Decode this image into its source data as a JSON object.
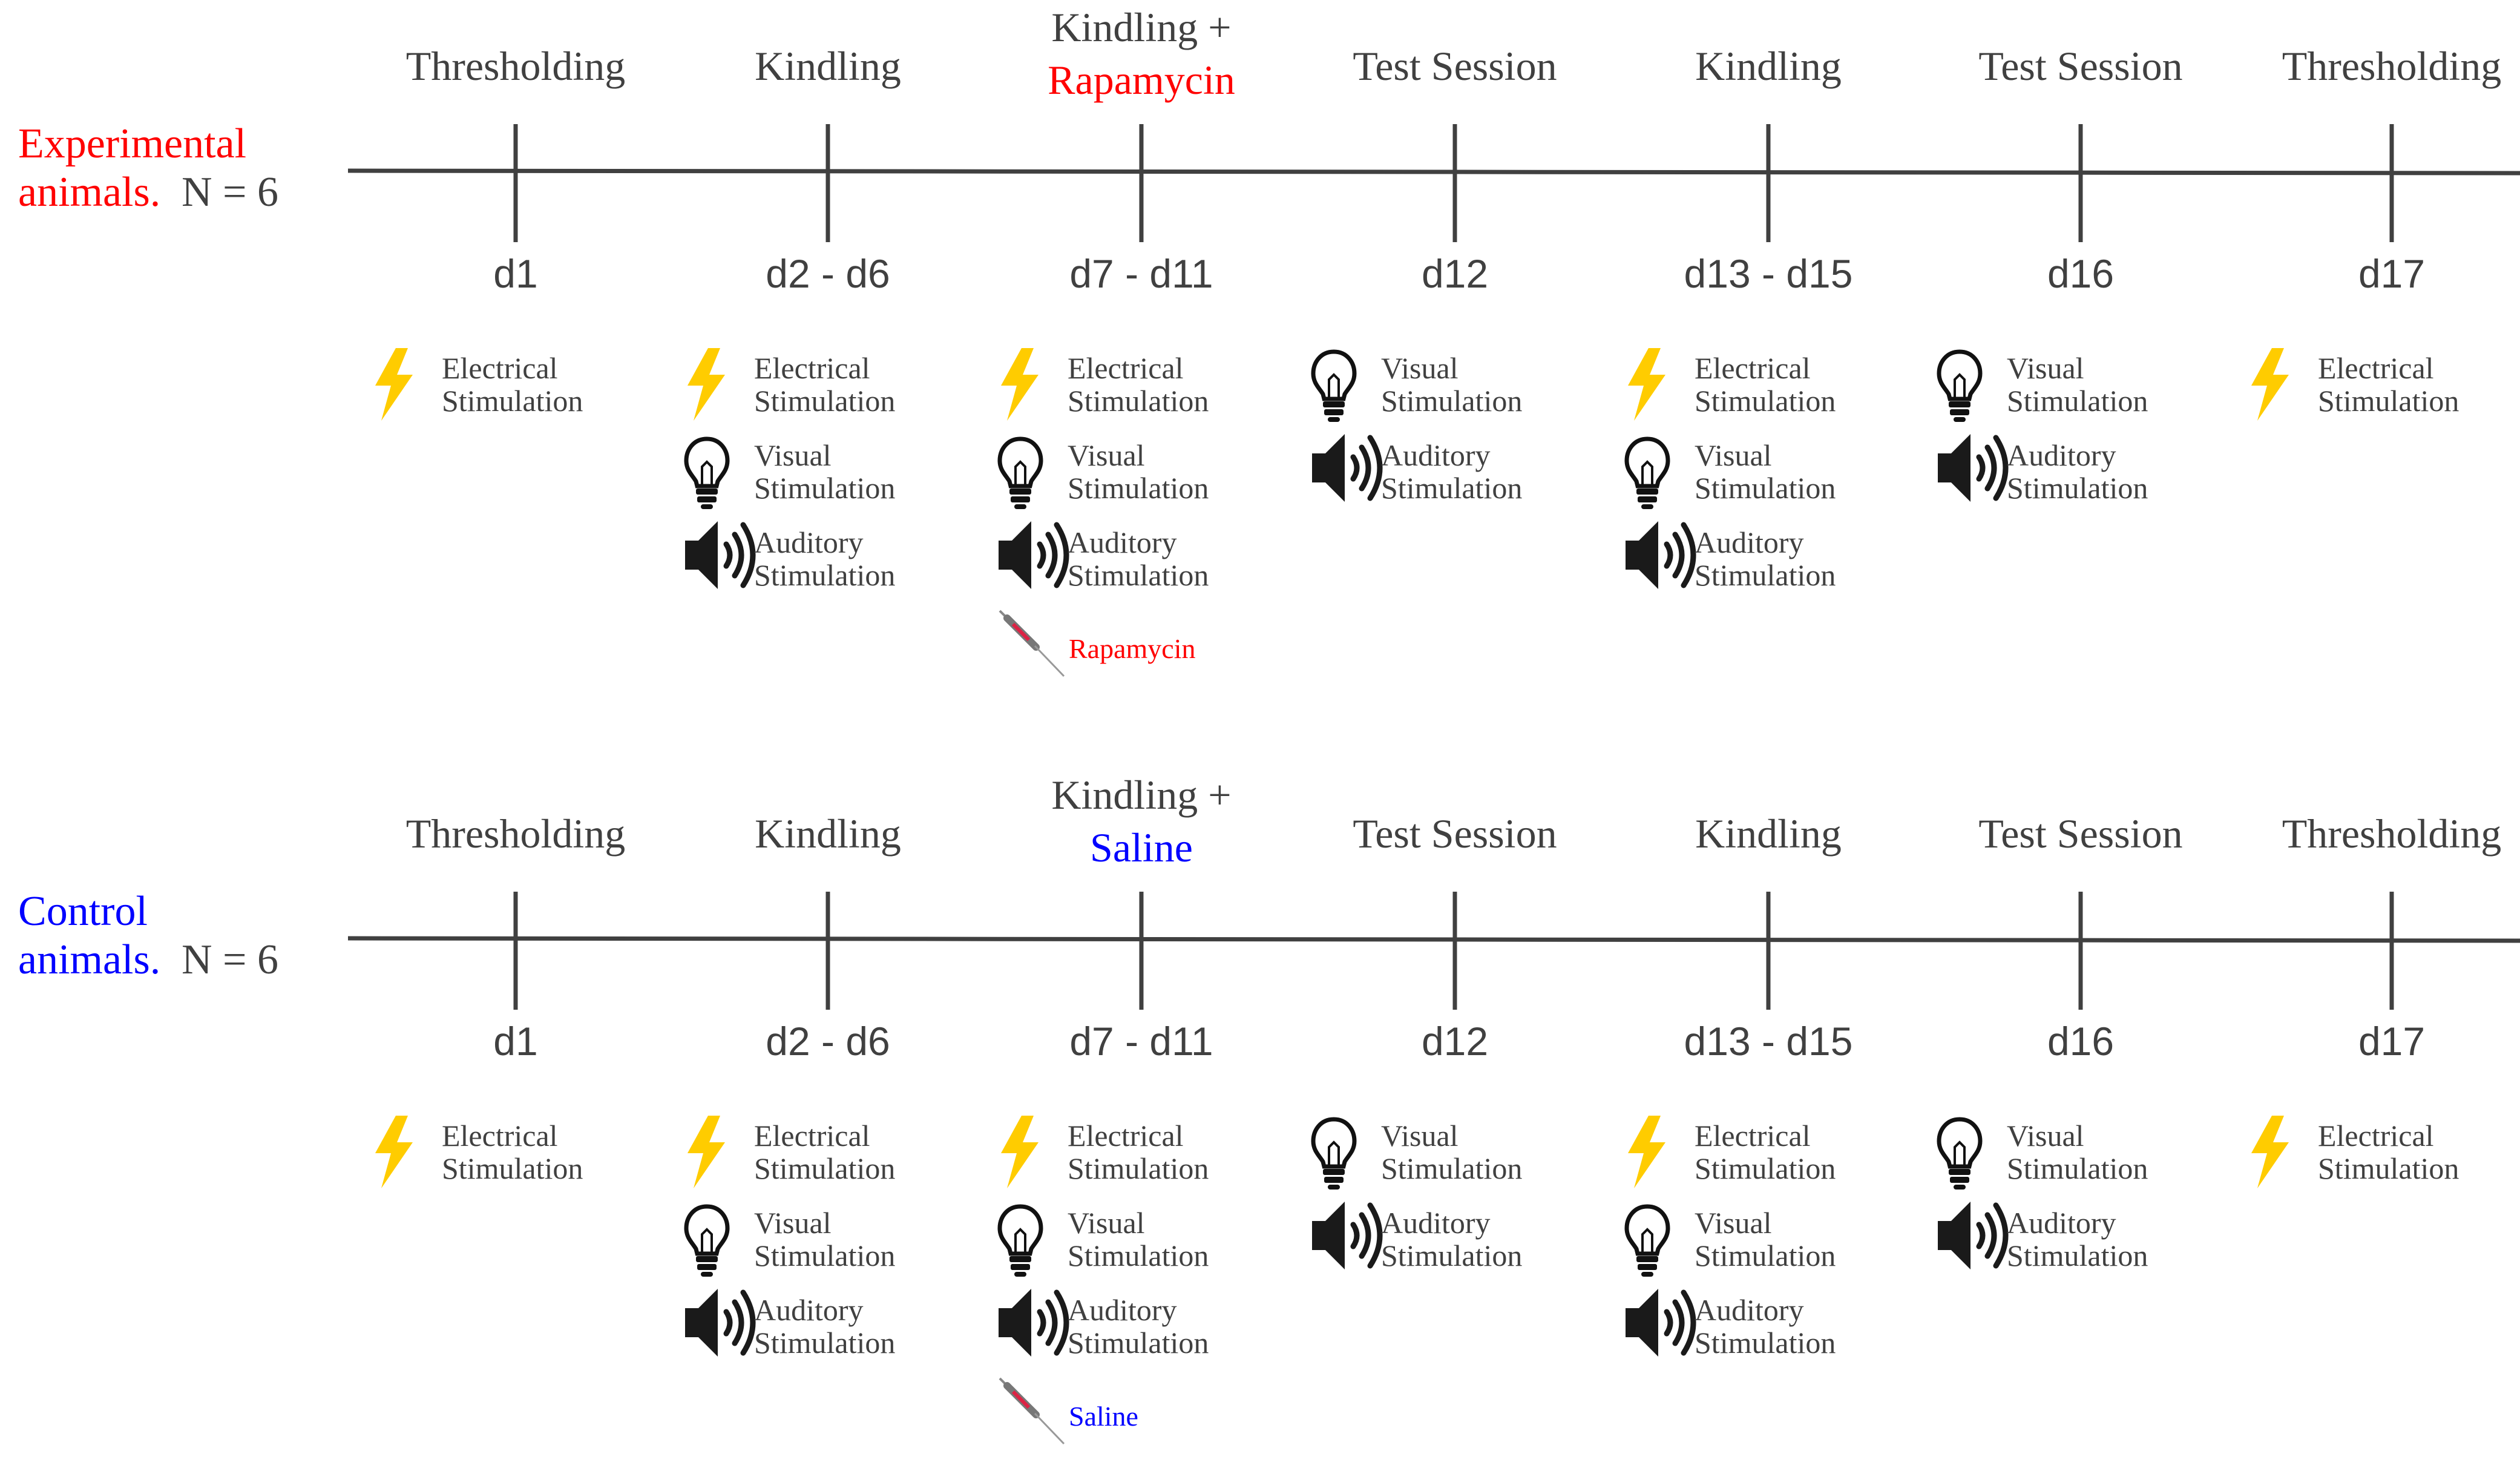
{
  "colors": {
    "experimental": "#ff0000",
    "control": "#0000ff",
    "line": "#404040",
    "text": "#404040",
    "bolt": "#ffcc00",
    "icon": "#111111"
  },
  "panels": [
    {
      "group_label": "Experimental",
      "group_label_line2": "animals.",
      "group_n": "N = 6",
      "group_color": "experimental",
      "stages": [
        {
          "phase": "Thresholding",
          "day": "d1",
          "items": [
            {
              "icon": "bolt-icon",
              "l1": "Electrical",
              "l2": "Stimulation"
            }
          ]
        },
        {
          "phase": "Kindling",
          "day": "d2 - d6",
          "items": [
            {
              "icon": "bolt-icon",
              "l1": "Electrical",
              "l2": "Stimulation"
            },
            {
              "icon": "bulb-icon",
              "l1": "Visual",
              "l2": "Stimulation"
            },
            {
              "icon": "speaker-icon",
              "l1": "Auditory",
              "l2": "Stimulation"
            }
          ]
        },
        {
          "phase": "Kindling +",
          "phase_line2": "Rapamycin",
          "day": "d7 - d11",
          "items": [
            {
              "icon": "bolt-icon",
              "l1": "Electrical",
              "l2": "Stimulation"
            },
            {
              "icon": "bulb-icon",
              "l1": "Visual",
              "l2": "Stimulation"
            },
            {
              "icon": "speaker-icon",
              "l1": "Auditory",
              "l2": "Stimulation"
            },
            {
              "icon": "syringe-icon",
              "l1": "Rapamycin",
              "l2": ""
            }
          ]
        },
        {
          "phase": "Test Session",
          "day": "d12",
          "items": [
            {
              "icon": "bulb-icon",
              "l1": "Visual",
              "l2": "Stimulation"
            },
            {
              "icon": "speaker-icon",
              "l1": "Auditory",
              "l2": "Stimulation"
            }
          ]
        },
        {
          "phase": "Kindling",
          "day": "d13 - d15",
          "items": [
            {
              "icon": "bolt-icon",
              "l1": "Electrical",
              "l2": "Stimulation"
            },
            {
              "icon": "bulb-icon",
              "l1": "Visual",
              "l2": "Stimulation"
            },
            {
              "icon": "speaker-icon",
              "l1": "Auditory",
              "l2": "Stimulation"
            }
          ]
        },
        {
          "phase": "Test Session",
          "day": "d16",
          "items": [
            {
              "icon": "bulb-icon",
              "l1": "Visual",
              "l2": "Stimulation"
            },
            {
              "icon": "speaker-icon",
              "l1": "Auditory",
              "l2": "Stimulation"
            }
          ]
        },
        {
          "phase": "Thresholding",
          "day": "d17",
          "items": [
            {
              "icon": "bolt-icon",
              "l1": "Electrical",
              "l2": "Stimulation"
            }
          ]
        }
      ]
    },
    {
      "group_label": "Control",
      "group_label_line2": "animals.",
      "group_n": "N = 6",
      "group_color": "control",
      "stages": [
        {
          "phase": "Thresholding",
          "day": "d1",
          "items": [
            {
              "icon": "bolt-icon",
              "l1": "Electrical",
              "l2": "Stimulation"
            }
          ]
        },
        {
          "phase": "Kindling",
          "day": "d2 - d6",
          "items": [
            {
              "icon": "bolt-icon",
              "l1": "Electrical",
              "l2": "Stimulation"
            },
            {
              "icon": "bulb-icon",
              "l1": "Visual",
              "l2": "Stimulation"
            },
            {
              "icon": "speaker-icon",
              "l1": "Auditory",
              "l2": "Stimulation"
            }
          ]
        },
        {
          "phase": "Kindling +",
          "phase_line2": "Saline",
          "day": "d7 - d11",
          "items": [
            {
              "icon": "bolt-icon",
              "l1": "Electrical",
              "l2": "Stimulation"
            },
            {
              "icon": "bulb-icon",
              "l1": "Visual",
              "l2": "Stimulation"
            },
            {
              "icon": "speaker-icon",
              "l1": "Auditory",
              "l2": "Stimulation"
            },
            {
              "icon": "syringe-icon",
              "l1": "Saline",
              "l2": ""
            }
          ]
        },
        {
          "phase": "Test Session",
          "day": "d12",
          "items": [
            {
              "icon": "bulb-icon",
              "l1": "Visual",
              "l2": "Stimulation"
            },
            {
              "icon": "speaker-icon",
              "l1": "Auditory",
              "l2": "Stimulation"
            }
          ]
        },
        {
          "phase": "Kindling",
          "day": "d13 - d15",
          "items": [
            {
              "icon": "bolt-icon",
              "l1": "Electrical",
              "l2": "Stimulation"
            },
            {
              "icon": "bulb-icon",
              "l1": "Visual",
              "l2": "Stimulation"
            },
            {
              "icon": "speaker-icon",
              "l1": "Auditory",
              "l2": "Stimulation"
            }
          ]
        },
        {
          "phase": "Test Session",
          "day": "d16",
          "items": [
            {
              "icon": "bulb-icon",
              "l1": "Visual",
              "l2": "Stimulation"
            },
            {
              "icon": "speaker-icon",
              "l1": "Auditory",
              "l2": "Stimulation"
            }
          ]
        },
        {
          "phase": "Thresholding",
          "day": "d17",
          "items": [
            {
              "icon": "bolt-icon",
              "l1": "Electrical",
              "l2": "Stimulation"
            }
          ]
        }
      ]
    }
  ]
}
